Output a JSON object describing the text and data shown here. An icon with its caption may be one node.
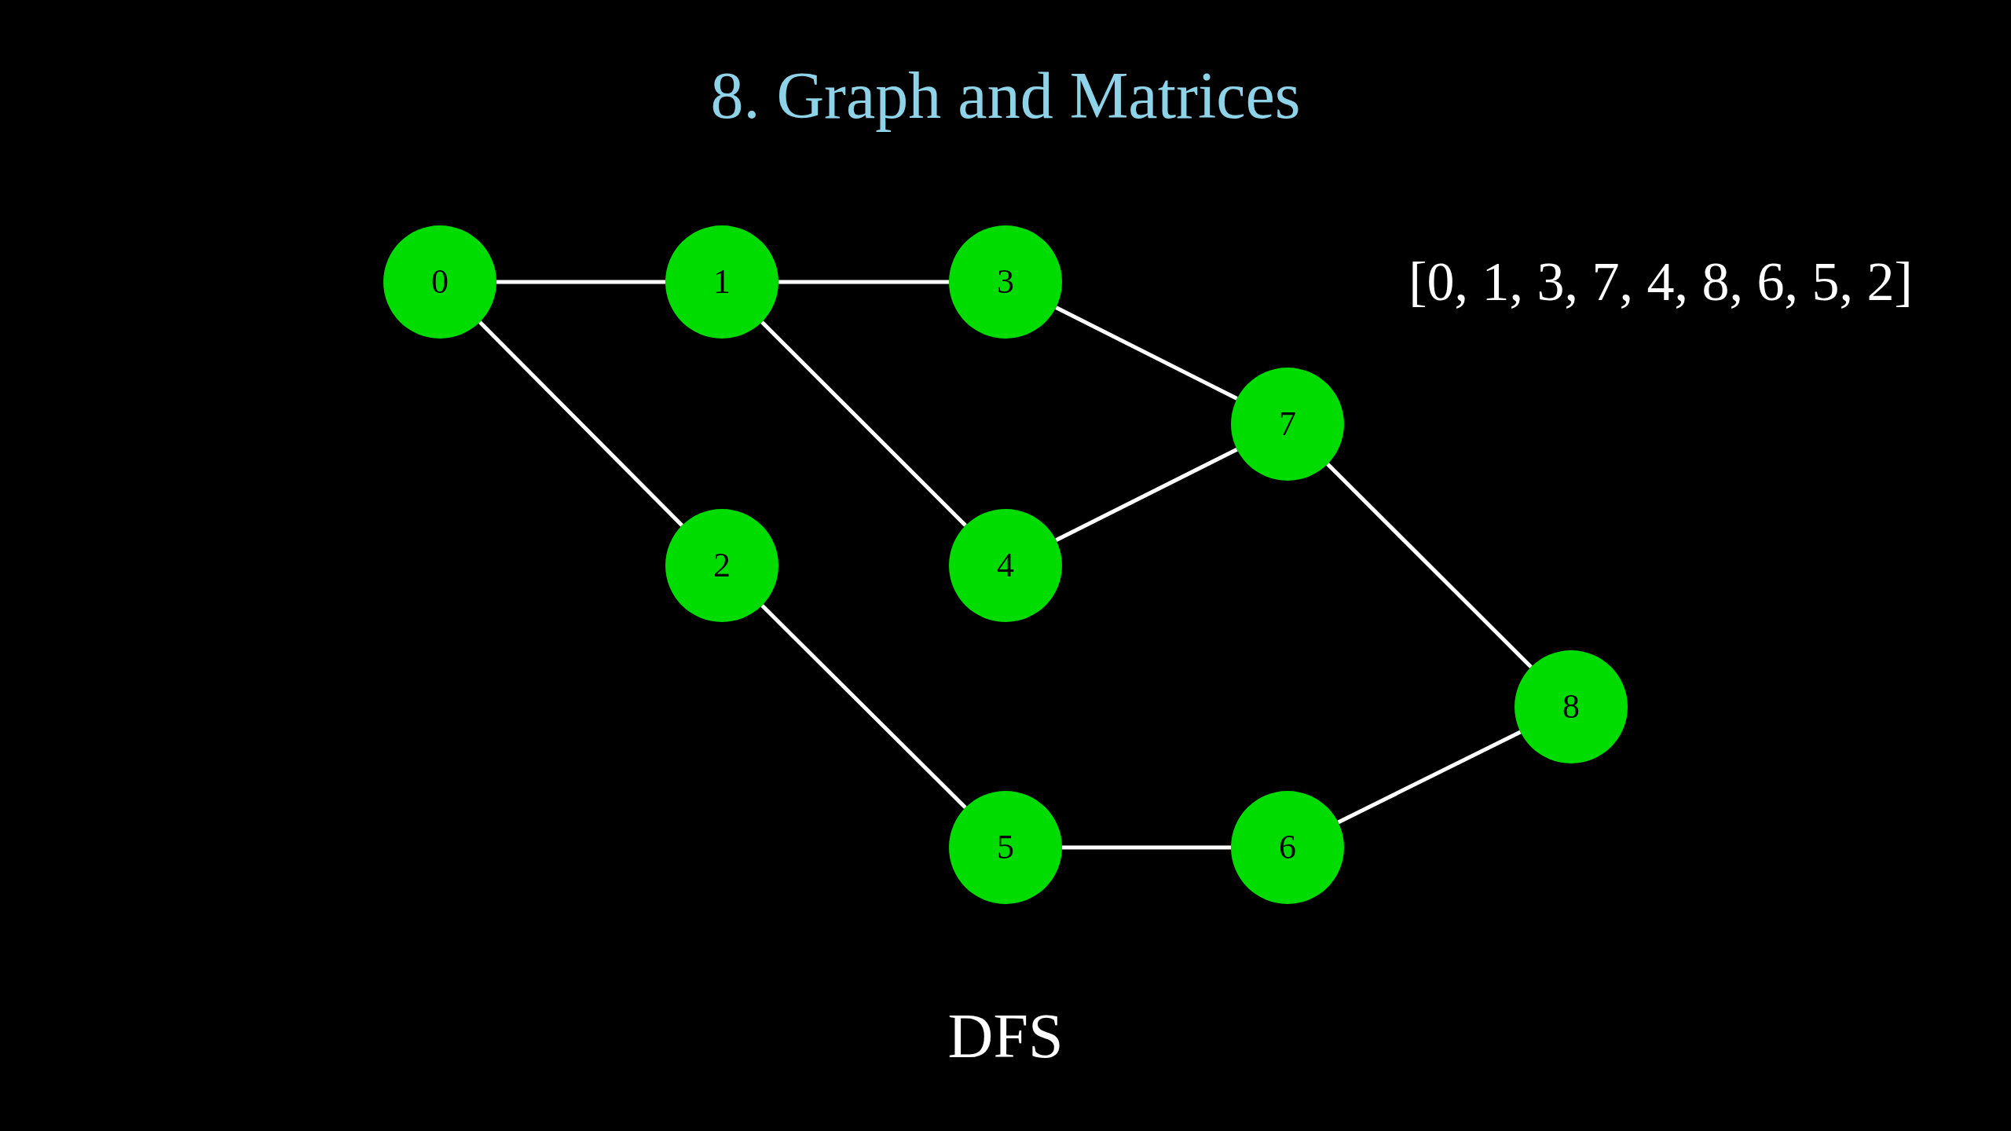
{
  "diagram": {
    "title": "8. Graph and Matrices",
    "nodes": [
      {
        "text": [
          "0"
        ]
      },
      {
        "text": [
          "1"
        ]
      },
      {
        "text": [
          "3"
        ]
      },
      {
        "text": [
          "7"
        ]
      },
      {
        "text": [
          "2"
        ]
      },
      {
        "text": [
          "4"
        ]
      },
      {
        "text": [
          "8"
        ]
      },
      {
        "text": [
          "5"
        ]
      },
      {
        "text": [
          "6"
        ]
      }
    ],
    "edges": [
      {
        "from": 0,
        "to": 1,
        "arrow": "none"
      },
      {
        "from": 1,
        "to": 2,
        "arrow": "none"
      },
      {
        "from": 2,
        "to": 3,
        "arrow": "none"
      },
      {
        "from": 0,
        "to": 4,
        "arrow": "none"
      },
      {
        "from": 1,
        "to": 5,
        "arrow": "none"
      },
      {
        "from": 5,
        "to": 3,
        "arrow": "none"
      },
      {
        "from": 3,
        "to": 6,
        "arrow": "none"
      },
      {
        "from": 4,
        "to": 7,
        "arrow": "none"
      },
      {
        "from": 7,
        "to": 8,
        "arrow": "none"
      },
      {
        "from": 8,
        "to": 6,
        "arrow": "none"
      }
    ],
    "labels": [
      "[0, 1, 3, 7, 4, 8, 6, 5, 2]",
      "DFS"
    ]
  }
}
